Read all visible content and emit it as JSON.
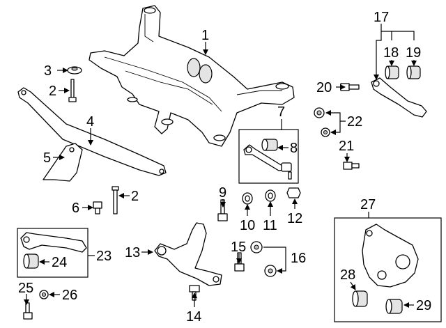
{
  "callouts": {
    "c1": "1",
    "c2a": "2",
    "c2b": "2",
    "c3": "3",
    "c4": "4",
    "c5": "5",
    "c6": "6",
    "c7": "7",
    "c8": "8",
    "c9": "9",
    "c10": "10",
    "c11": "11",
    "c12": "12",
    "c13": "13",
    "c14": "14",
    "c15": "15",
    "c16": "16",
    "c17": "17",
    "c18": "18",
    "c19": "19",
    "c20": "20",
    "c21": "21",
    "c22": "22",
    "c23": "23",
    "c24": "24",
    "c25": "25",
    "c26": "26",
    "c27": "27",
    "c28": "28",
    "c29": "29"
  },
  "colors": {
    "line": "#000000",
    "background": "#ffffff",
    "shade": "#e4e4e4"
  }
}
